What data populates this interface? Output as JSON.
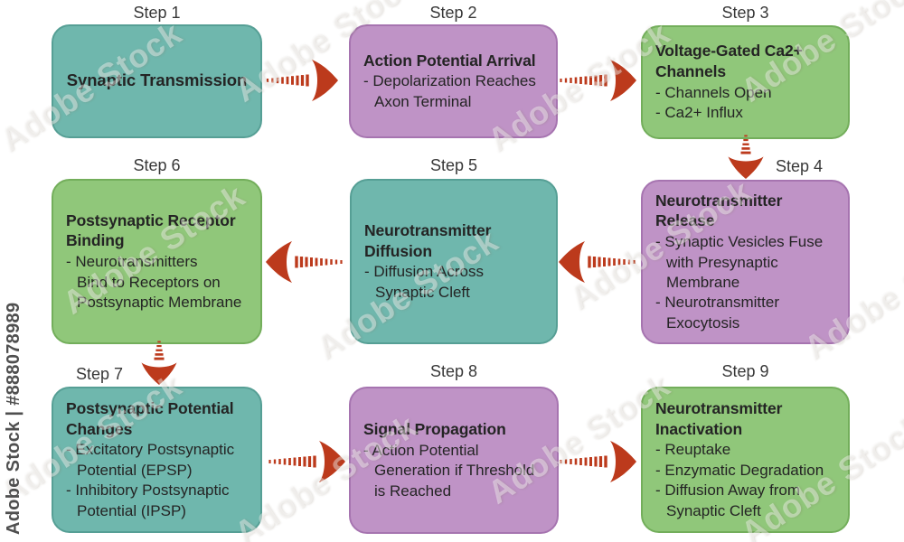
{
  "colors": {
    "teal": "#6fb7ad",
    "teal_border": "#569f95",
    "purple": "#bf93c6",
    "purple_border": "#a674b0",
    "green": "#90c77a",
    "green_border": "#73ae5b",
    "arrow": "#bc3a1c",
    "text": "#242424",
    "background": "#ffffff"
  },
  "steps": [
    {
      "label": "Step 1",
      "title": "Synaptic Transmission",
      "bullets": [],
      "color": "teal"
    },
    {
      "label": "Step 2",
      "title": "Action Potential Arrival",
      "bullets": [
        "Depolarization Reaches\nAxon Terminal"
      ],
      "color": "purple"
    },
    {
      "label": "Step 3",
      "title": "Voltage-Gated Ca2+\nChannels",
      "bullets": [
        "Channels Open",
        "Ca2+ Influx"
      ],
      "color": "green"
    },
    {
      "label": "Step 4",
      "title": "Neurotransmitter\nRelease",
      "bullets": [
        "Synaptic Vesicles Fuse\nwith Presynaptic\nMembrane",
        "Neurotransmitter\nExocytosis"
      ],
      "color": "purple"
    },
    {
      "label": "Step 5",
      "title": "Neurotransmitter\nDiffusion",
      "bullets": [
        "Diffusion Across\nSynaptic Cleft"
      ],
      "color": "teal"
    },
    {
      "label": "Step 6",
      "title": "Postsynaptic Receptor\nBinding",
      "bullets": [
        "Neurotransmitters\nBind to  Receptors on\nPostsynaptic Membrane"
      ],
      "color": "green"
    },
    {
      "label": "Step 7",
      "title": "Postsynaptic Potential\nChanges",
      "bullets": [
        "Excitatory Postsynaptic\nPotential (EPSP)",
        "Inhibitory Postsynaptic\nPotential (IPSP)"
      ],
      "color": "teal"
    },
    {
      "label": "Step 8",
      "title": "Signal Propagation",
      "bullets": [
        "Action Potential\nGeneration if Threshold\nis Reached"
      ],
      "color": "purple"
    },
    {
      "label": "Step 9",
      "title": "Neurotransmitter\nInactivation",
      "bullets": [
        "Reuptake",
        "Enzymatic Degradation",
        "Diffusion Away from\nSynaptic Cleft"
      ],
      "color": "green"
    }
  ],
  "watermark": {
    "side_text": "Adobe Stock | #888078989",
    "tile_text": "Adobe Stock"
  }
}
